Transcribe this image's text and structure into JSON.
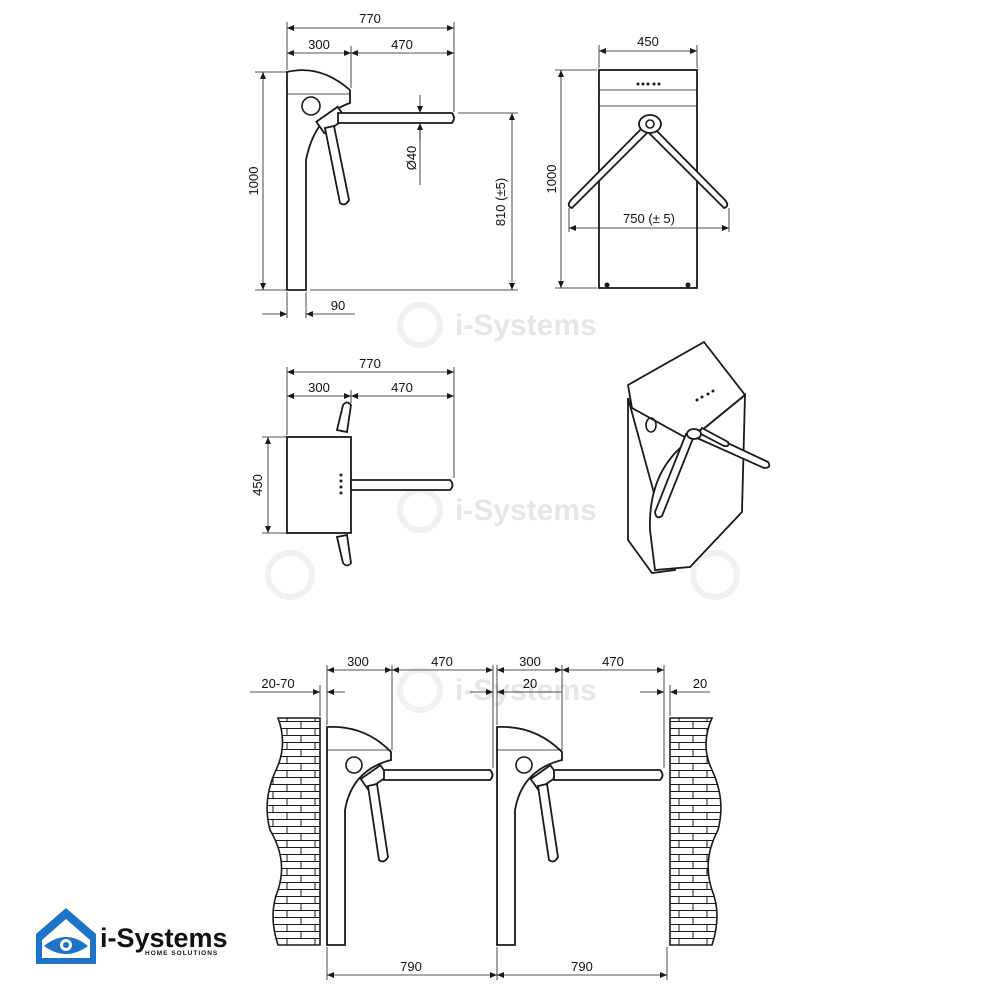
{
  "side_view": {
    "overall_width": "770",
    "body_width": "300",
    "arm_reach": "470",
    "height": "1000",
    "arm_diameter": "Ø40",
    "arm_height": "810 (±5)",
    "base_offset": "90"
  },
  "front_view": {
    "width": "450",
    "height": "1000",
    "arm_span": "750 (± 5)"
  },
  "top_view": {
    "overall_width": "770",
    "body_width": "300",
    "arm_reach": "470",
    "depth": "450"
  },
  "installation_view": {
    "left_wall_gap": "20-70",
    "unit1_body": "300",
    "unit1_arm": "470",
    "unit2_body": "300",
    "unit2_arm": "470",
    "middle_gap": "20",
    "right_wall_gap": "20",
    "passage1": "790",
    "passage2": "790"
  },
  "brand": {
    "name": "i-Systems",
    "tagline": "HOME SOLUTIONS",
    "primary_color": "#1e73c8",
    "dark_color": "#1b2a4a"
  }
}
